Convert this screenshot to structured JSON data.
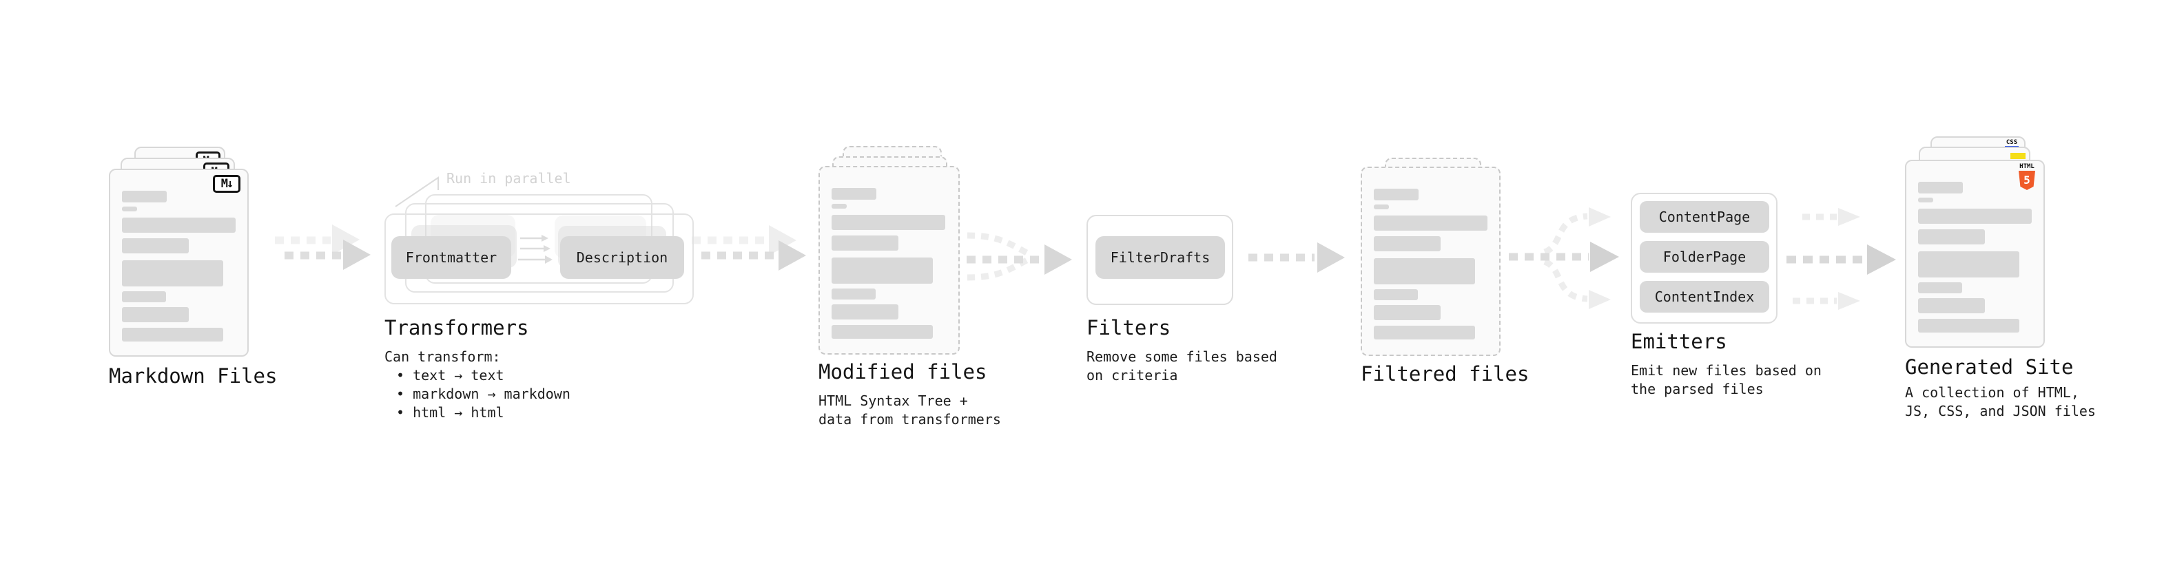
{
  "diagram": {
    "background": "#ffffff",
    "stages": {
      "markdown_files": {
        "title": "Markdown Files",
        "icon_label": "M↓"
      },
      "transformers": {
        "title": "Transformers",
        "annotation": "Run in parallel",
        "boxes": [
          "Frontmatter",
          "Description"
        ],
        "description_lines": [
          "Can transform:",
          "• text → text",
          "• markdown → markdown",
          "• html → html"
        ]
      },
      "modified_files": {
        "title": "Modified files",
        "description_lines": [
          "HTML Syntax Tree +",
          "data from transformers"
        ]
      },
      "filters": {
        "title": "Filters",
        "boxes": [
          "FilterDrafts"
        ],
        "description_lines": [
          "Remove some files based",
          "on criteria"
        ]
      },
      "filtered_files": {
        "title": "Filtered files"
      },
      "emitters": {
        "title": "Emitters",
        "boxes": [
          "ContentPage",
          "FolderPage",
          "ContentIndex"
        ],
        "description_lines": [
          "Emit new files based on",
          "the parsed files"
        ]
      },
      "generated_site": {
        "title": "Generated Site",
        "description_lines": [
          "A collection of HTML,",
          "JS, CSS, and JSON files"
        ],
        "badges": {
          "css": "CSS",
          "html_label": "HTML",
          "html_number": "5"
        }
      }
    },
    "colors": {
      "placeholder_gray": "#d9d9d9",
      "arrow_gray": "#dcdcdc",
      "accent_html5": "#f05a28",
      "accent_css": "#2d53e5",
      "accent_js": "#f5de19"
    }
  }
}
